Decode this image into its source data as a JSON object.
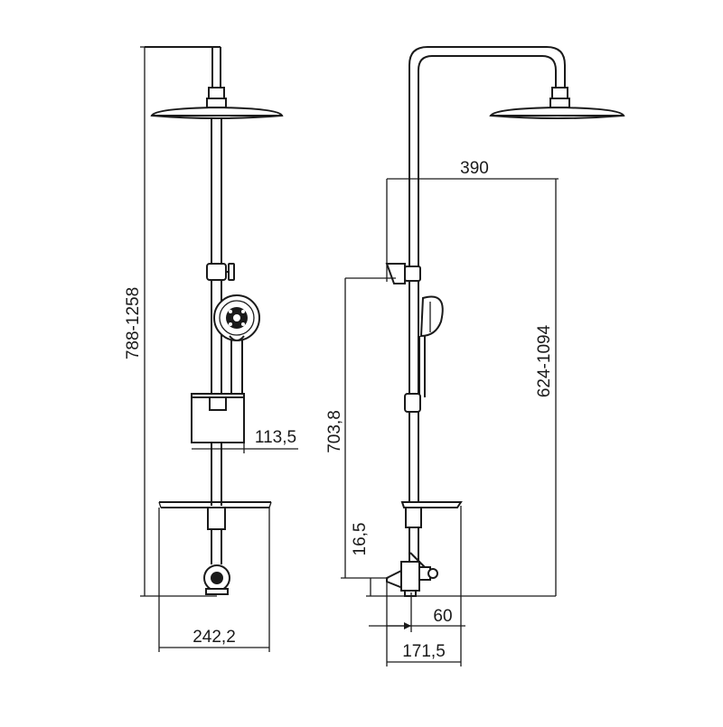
{
  "diagram": {
    "front_view": {
      "dimensions": {
        "overall_height": "788-1258",
        "holder_offset": "113,5",
        "shelf_width": "242,2"
      }
    },
    "side_view": {
      "dimensions": {
        "arm_reach": "390",
        "head_height": "624-1094",
        "holder_height": "703,8",
        "valve_height": "16,5",
        "valve_offset": "60",
        "shelf_depth": "171,5"
      }
    }
  }
}
